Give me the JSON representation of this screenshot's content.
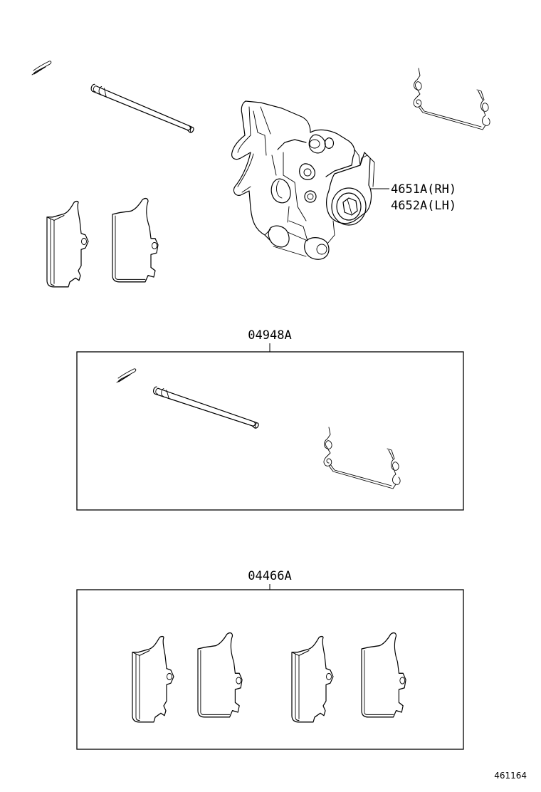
{
  "labels": {
    "caliper_rh": "4651A(RH)",
    "caliper_lh": "4652A(LH)",
    "kit_pin_spring": "04948A",
    "kit_pads": "04466A"
  },
  "figure_ref": "461164"
}
